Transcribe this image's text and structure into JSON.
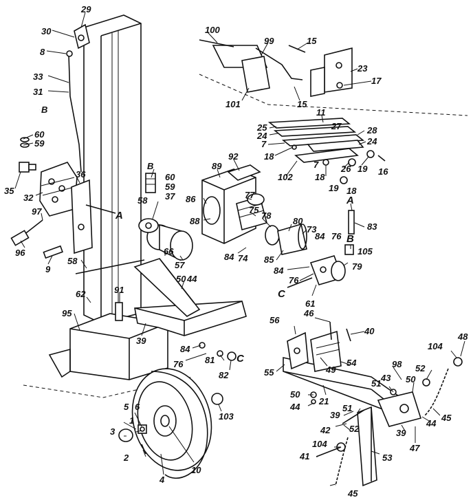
{
  "diagram": {
    "callouts": [
      {
        "id": "c29",
        "text": "29"
      },
      {
        "id": "c30",
        "text": "30"
      },
      {
        "id": "c8a",
        "text": "8"
      },
      {
        "id": "c33",
        "text": "33"
      },
      {
        "id": "c31",
        "text": "31"
      },
      {
        "id": "cB1",
        "text": "B"
      },
      {
        "id": "c60a",
        "text": "60"
      },
      {
        "id": "c59a",
        "text": "59"
      },
      {
        "id": "c35",
        "text": "35"
      },
      {
        "id": "c32",
        "text": "32"
      },
      {
        "id": "c36",
        "text": "36"
      },
      {
        "id": "c97",
        "text": "97"
      },
      {
        "id": "c96",
        "text": "96"
      },
      {
        "id": "c9",
        "text": "9"
      },
      {
        "id": "c58a",
        "text": "58"
      },
      {
        "id": "c62",
        "text": "62"
      },
      {
        "id": "c95",
        "text": "95"
      },
      {
        "id": "c91",
        "text": "91"
      },
      {
        "id": "c39a",
        "text": "39"
      },
      {
        "id": "cB2",
        "text": "B"
      },
      {
        "id": "c60b",
        "text": "60"
      },
      {
        "id": "c59b",
        "text": "59"
      },
      {
        "id": "c37",
        "text": "37"
      },
      {
        "id": "c58b",
        "text": "58"
      },
      {
        "id": "cA1",
        "text": "A"
      },
      {
        "id": "c66",
        "text": "66"
      },
      {
        "id": "c57",
        "text": "57"
      },
      {
        "id": "c50a",
        "text": "50"
      },
      {
        "id": "c44a",
        "text": "44"
      },
      {
        "id": "c100",
        "text": "100"
      },
      {
        "id": "c99",
        "text": "99"
      },
      {
        "id": "c15a",
        "text": "15"
      },
      {
        "id": "c23",
        "text": "23"
      },
      {
        "id": "c17",
        "text": "17"
      },
      {
        "id": "c101",
        "text": "101"
      },
      {
        "id": "c15b",
        "text": "15"
      },
      {
        "id": "c11",
        "text": "11"
      },
      {
        "id": "c25",
        "text": "25"
      },
      {
        "id": "c27",
        "text": "27"
      },
      {
        "id": "c24a",
        "text": "24"
      },
      {
        "id": "c28",
        "text": "28"
      },
      {
        "id": "c7a",
        "text": "7"
      },
      {
        "id": "c24b",
        "text": "24"
      },
      {
        "id": "c18a",
        "text": "18"
      },
      {
        "id": "c7b",
        "text": "7"
      },
      {
        "id": "c102",
        "text": "102"
      },
      {
        "id": "c18b",
        "text": "18"
      },
      {
        "id": "c26",
        "text": "26"
      },
      {
        "id": "c19a",
        "text": "19"
      },
      {
        "id": "c16",
        "text": "16"
      },
      {
        "id": "c19b",
        "text": "19"
      },
      {
        "id": "c92",
        "text": "92"
      },
      {
        "id": "c89",
        "text": "89"
      },
      {
        "id": "c86",
        "text": "86"
      },
      {
        "id": "c77",
        "text": "77"
      },
      {
        "id": "c75",
        "text": "75"
      },
      {
        "id": "c78",
        "text": "78"
      },
      {
        "id": "c88",
        "text": "88"
      },
      {
        "id": "c80",
        "text": "80"
      },
      {
        "id": "c73",
        "text": "73"
      },
      {
        "id": "c84a",
        "text": "84"
      },
      {
        "id": "c74",
        "text": "74"
      },
      {
        "id": "c85",
        "text": "85"
      },
      {
        "id": "c84b",
        "text": "84"
      },
      {
        "id": "c76a",
        "text": "76"
      },
      {
        "id": "c84c",
        "text": "84"
      },
      {
        "id": "c76b",
        "text": "76"
      },
      {
        "id": "cA2",
        "text": "A"
      },
      {
        "id": "c18c",
        "text": "18"
      },
      {
        "id": "c83",
        "text": "83"
      },
      {
        "id": "cB3",
        "text": "B"
      },
      {
        "id": "c105",
        "text": "105"
      },
      {
        "id": "c79",
        "text": "79"
      },
      {
        "id": "cC1",
        "text": "C"
      },
      {
        "id": "c61",
        "text": "61"
      },
      {
        "id": "c84d",
        "text": "84"
      },
      {
        "id": "c76c",
        "text": "76"
      },
      {
        "id": "c81",
        "text": "81"
      },
      {
        "id": "cC2",
        "text": "C"
      },
      {
        "id": "c82",
        "text": "82"
      },
      {
        "id": "c103",
        "text": "103"
      },
      {
        "id": "c5",
        "text": "5"
      },
      {
        "id": "c6",
        "text": "6"
      },
      {
        "id": "c1",
        "text": "1"
      },
      {
        "id": "c3",
        "text": "3"
      },
      {
        "id": "c2",
        "text": "2"
      },
      {
        "id": "c4",
        "text": "4"
      },
      {
        "id": "c10",
        "text": "10"
      },
      {
        "id": "c56",
        "text": "56"
      },
      {
        "id": "c46",
        "text": "46"
      },
      {
        "id": "c40",
        "text": "40"
      },
      {
        "id": "c49",
        "text": "49"
      },
      {
        "id": "c54",
        "text": "54"
      },
      {
        "id": "c55",
        "text": "55"
      },
      {
        "id": "c21",
        "text": "21"
      },
      {
        "id": "c50b",
        "text": "50"
      },
      {
        "id": "c44b",
        "text": "44"
      },
      {
        "id": "c39b",
        "text": "39"
      },
      {
        "id": "c51a",
        "text": "51"
      },
      {
        "id": "c42",
        "text": "42"
      },
      {
        "id": "c52a",
        "text": "52"
      },
      {
        "id": "c104a",
        "text": "104"
      },
      {
        "id": "c41",
        "text": "41"
      },
      {
        "id": "c51b",
        "text": "51"
      },
      {
        "id": "c43",
        "text": "43"
      },
      {
        "id": "c98",
        "text": "98"
      },
      {
        "id": "c50c",
        "text": "50"
      },
      {
        "id": "c52b",
        "text": "52"
      },
      {
        "id": "c39c",
        "text": "39"
      },
      {
        "id": "c47",
        "text": "47"
      },
      {
        "id": "c44c",
        "text": "44"
      },
      {
        "id": "c45a",
        "text": "45"
      },
      {
        "id": "c104b",
        "text": "104"
      },
      {
        "id": "c48",
        "text": "48"
      },
      {
        "id": "c53",
        "text": "53"
      },
      {
        "id": "c45b",
        "text": "45"
      }
    ]
  }
}
